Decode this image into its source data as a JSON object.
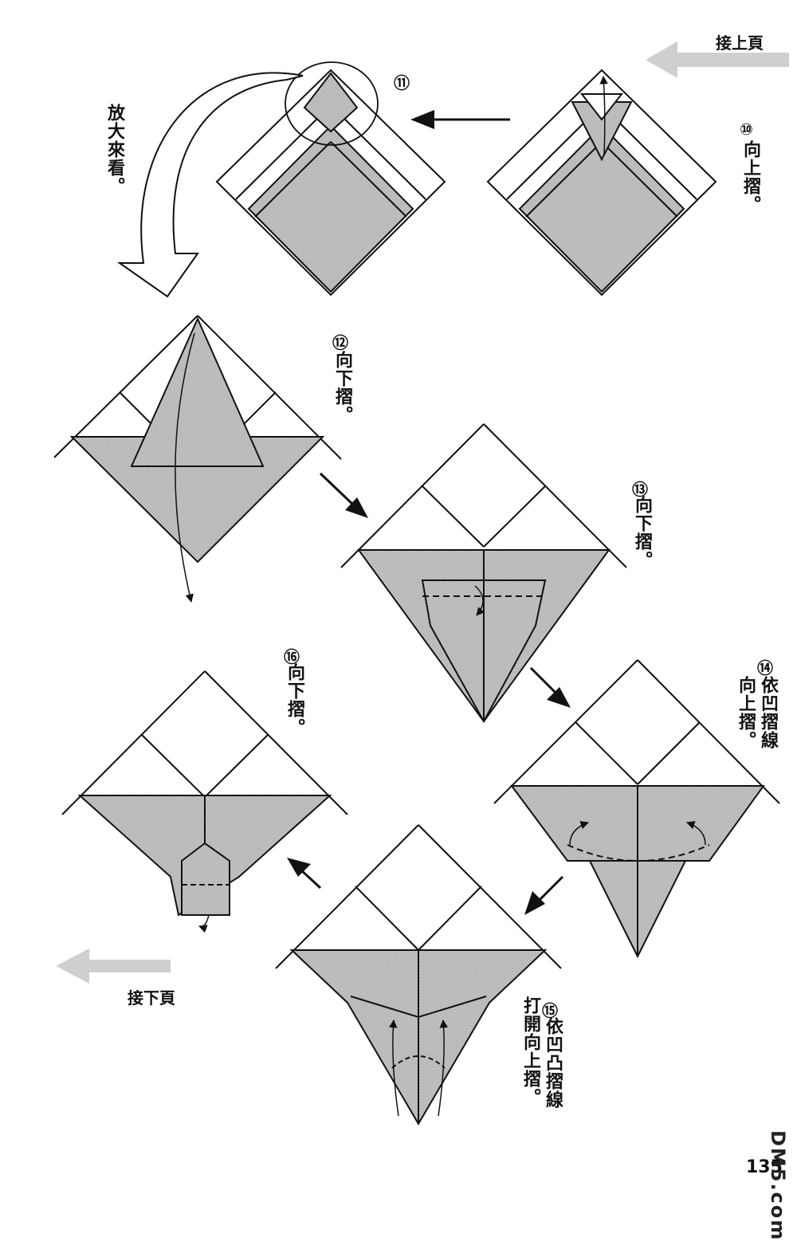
{
  "nav": {
    "prev_page_label": "接上頁",
    "next_page_label": "接下頁"
  },
  "zoom_note": "放大來看。",
  "steps": [
    {
      "num": "⑩",
      "caption": "向上摺。"
    },
    {
      "num": "⑪",
      "caption": ""
    },
    {
      "num": "⑫",
      "caption": "向下摺。"
    },
    {
      "num": "⑬",
      "caption": "向下摺。"
    },
    {
      "num": "⑭",
      "caption_line1": "依凹摺線",
      "caption_line2": "向上摺。"
    },
    {
      "num": "⑮",
      "caption_line1": "依凹凸摺線",
      "caption_line2": "打開向上摺。"
    },
    {
      "num": "⑯",
      "caption": "向下摺。"
    }
  ],
  "page_number": "135",
  "watermark": "DM5.com",
  "colors": {
    "paper_fill": "#bdbdbd",
    "line": "#111111",
    "arrow_gray": "#c8c8c8"
  }
}
